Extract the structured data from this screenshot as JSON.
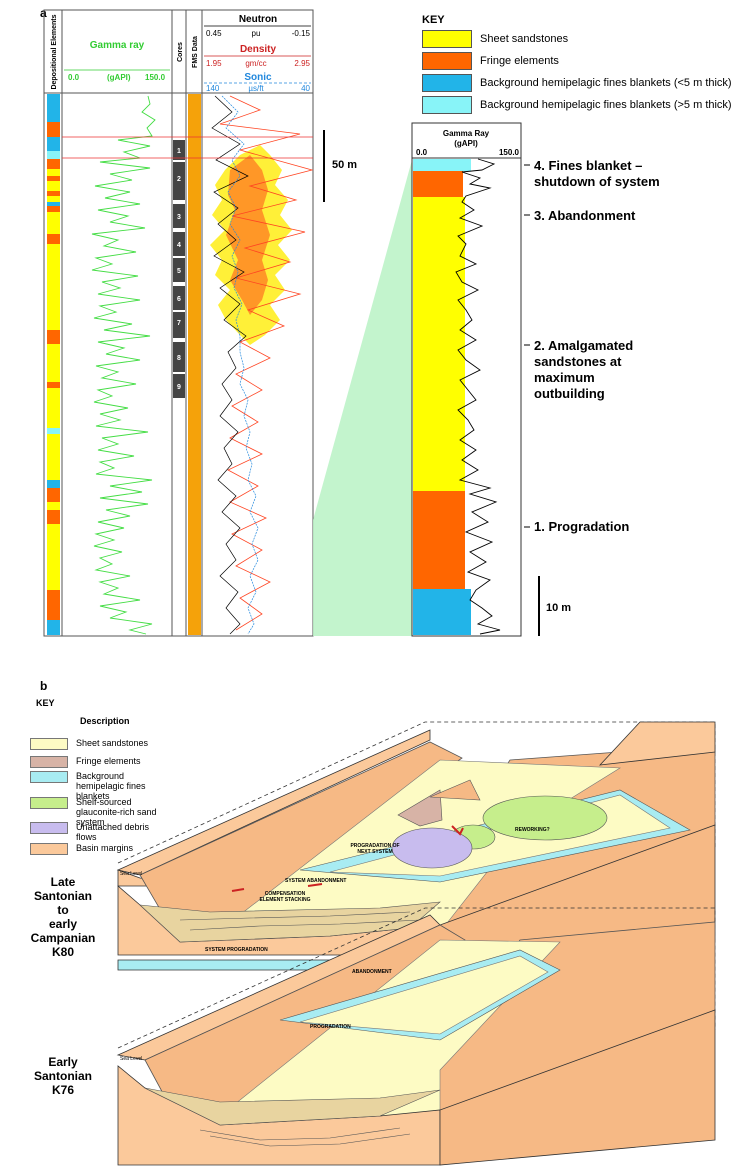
{
  "panel_a": {
    "label": "a",
    "header_depositional": "Depositional Elements",
    "header_gamma": "Gamma ray",
    "gamma_min": "0.0",
    "gamma_unit": "(gAPI)",
    "gamma_max": "150.0",
    "header_cores": "Cores",
    "header_fms": "FMS Data",
    "neutron_title": "Neutron",
    "neutron_left": "0.45",
    "neutron_unit": "pu",
    "neutron_right": "-0.15",
    "density_title": "Density",
    "density_left": "1.95",
    "density_unit": "gm/cc",
    "density_right": "2.95",
    "sonic_title": "Sonic",
    "sonic_left": "140",
    "sonic_unit": "µs/ft",
    "sonic_right": "40",
    "core_numbers": [
      "1",
      "2",
      "3",
      "4",
      "5",
      "6",
      "7",
      "8",
      "9"
    ],
    "scale_50": "50 m",
    "key_title": "KEY",
    "key_items": [
      {
        "label": "Sheet sandstones",
        "color": "#ffff00"
      },
      {
        "label": "Fringe elements",
        "color": "#ff6600"
      },
      {
        "label": "Background hemipelagic fines blankets (<5 m thick)",
        "color": "#22b4e8"
      },
      {
        "label": "Background hemipelagic fines blankets (>5 m thick)",
        "color": "#88f4f8"
      }
    ],
    "inset_title": "Gamma Ray",
    "inset_unit": "(gAPI)",
    "inset_min": "0.0",
    "inset_max": "150.0",
    "scale_10": "10 m",
    "stages": [
      "4. Fines blanket –\nshutdown of system",
      "3. Abandonment",
      "2. Amalgamated\nsandstones at\nmaximum\noutbuilding",
      "1. Progradation"
    ]
  },
  "panel_b": {
    "label": "b",
    "key_title": "KEY",
    "desc_title": "Description",
    "key_items": [
      {
        "label": "Sheet sandstones",
        "color": "#fdfbc4"
      },
      {
        "label": "Fringe elements",
        "color": "#d7b3a6"
      },
      {
        "label": "Background hemipelagic fines blankets",
        "color": "#a8ecf2"
      },
      {
        "label": "Shelf-sourced glauconite-rich sand system",
        "color": "#c6ee8c"
      },
      {
        "label": "Unattached debris flows",
        "color": "#c8bcee"
      },
      {
        "label": "Basin margins",
        "color": "#fbc99b"
      }
    ],
    "upper_age": "Late\nSantonian\nto\nearly\nCampanian\nK80",
    "lower_age": "Early\nSantonian\nK76",
    "sea_level_upper": "Sea Level",
    "sea_level_lower": "Sea Level",
    "lbl_reworking": "REWORKING?",
    "lbl_prog_next": "PROGRADATION OF\nNEXT SYSTEM",
    "lbl_sys_aband": "SYSTEM ABANDONMENT",
    "lbl_comp": "COMPENSATION\nELEMENT STACKING",
    "lbl_sys_prog": "SYSTEM PROGRADATION",
    "lbl_aband": "ABANDONMENT",
    "lbl_prog": "PROGRADATION"
  }
}
